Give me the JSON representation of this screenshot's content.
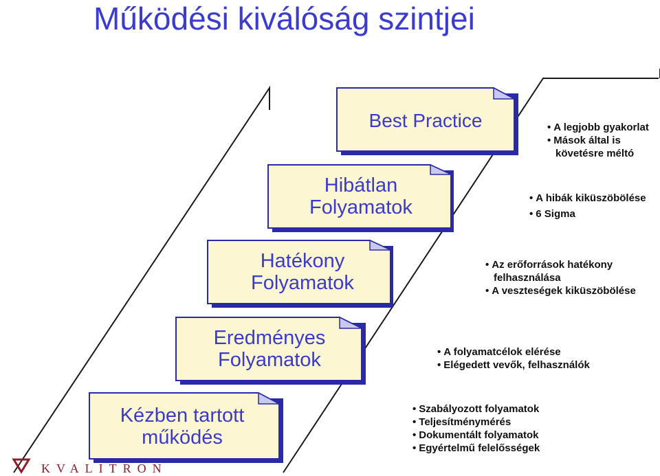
{
  "title": "Működési kiválóság szintjei",
  "colors": {
    "title": "#3b3bd0",
    "box_fill": "#fdf6d2",
    "box_shadow": "#2a2aa8",
    "box_text": "#3a3acd",
    "arrow_line": "#1a1a1a",
    "logo": "#8a1f2a"
  },
  "levels": [
    {
      "box_lines": [
        "Best Practice"
      ],
      "bullets": [
        {
          "text": "A legjobb gyakorlat",
          "bullet": true
        },
        {
          "text": "Mások által is",
          "bullet": true
        },
        {
          "text": "követésre méltó",
          "bullet": false
        }
      ]
    },
    {
      "box_lines": [
        "Hibátlan",
        "Folyamatok"
      ],
      "bullets": [
        {
          "text": "A hibák kiküszöbölése",
          "bullet": true
        },
        {
          "text": "6 Sigma",
          "bullet": true
        }
      ]
    },
    {
      "box_lines": [
        "Hatékony",
        "Folyamatok"
      ],
      "bullets": [
        {
          "text": "Az erőforrások hatékony",
          "bullet": true
        },
        {
          "text": "felhasználása",
          "bullet": false
        },
        {
          "text": "A veszteségek kiküszöbölése",
          "bullet": true
        }
      ]
    },
    {
      "box_lines": [
        "Eredményes",
        "Folyamatok"
      ],
      "bullets": [
        {
          "text": "A folyamatcélok elérése",
          "bullet": true
        },
        {
          "text": "Elégedett vevők, felhasználók",
          "bullet": true
        }
      ]
    },
    {
      "box_lines": [
        "Kézben tartott",
        "működés"
      ],
      "bullets": [
        {
          "text": "Szabályozott folyamatok",
          "bullet": true
        },
        {
          "text": "Teljesítménymérés",
          "bullet": true
        },
        {
          "text": "Dokumentált folyamatok",
          "bullet": true
        },
        {
          "text": "Egyértelmű felelősségek",
          "bullet": true
        }
      ]
    }
  ],
  "logo": {
    "text": "KVALITRON"
  }
}
